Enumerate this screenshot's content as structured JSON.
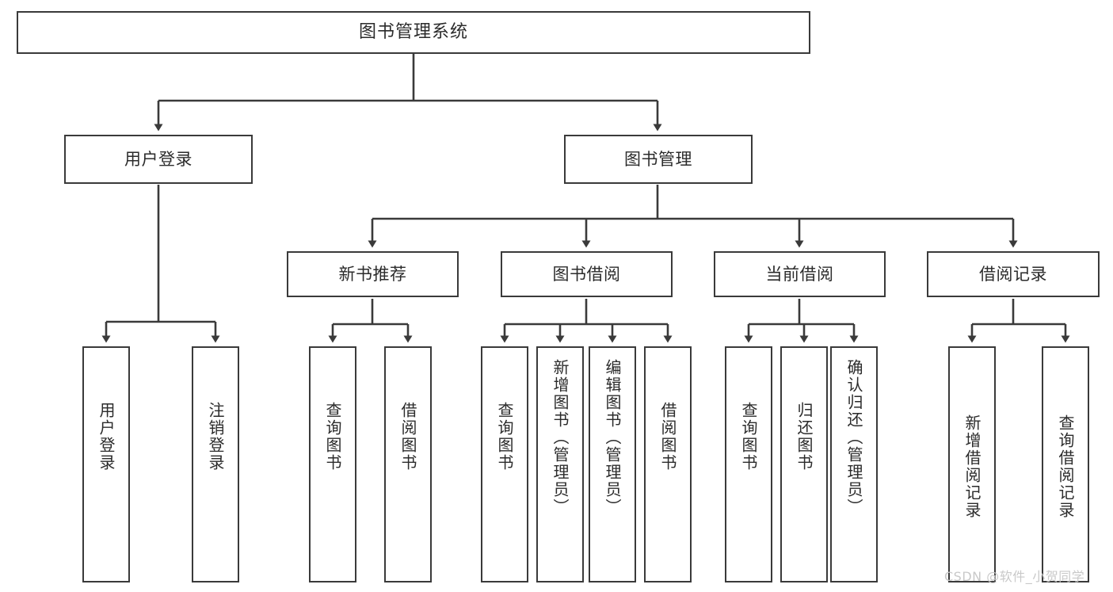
{
  "diagram": {
    "type": "tree",
    "title": "图书管理系统",
    "stroke_color": "#3a3a3a",
    "fill_color": "#ffffff",
    "text_color": "#2b2b2b",
    "levels": 4
  },
  "root": {
    "label": "图书管理系统"
  },
  "level2": [
    {
      "label": "用户登录"
    },
    {
      "label": "图书管理"
    }
  ],
  "level3": [
    {
      "label": "新书推荐"
    },
    {
      "label": "图书借阅"
    },
    {
      "label": "当前借阅"
    },
    {
      "label": "借阅记录"
    }
  ],
  "leaves": {
    "user_login": [
      {
        "label": "用户登录"
      },
      {
        "label": "注销登录"
      }
    ],
    "new_book_recommend": [
      {
        "label": "查询图书"
      },
      {
        "label": "借阅图书"
      }
    ],
    "book_borrow": [
      {
        "label": "查询图书"
      },
      {
        "label": "新增图书（管理员）"
      },
      {
        "label": "编辑图书（管理员）"
      },
      {
        "label": "借阅图书"
      }
    ],
    "current_borrow": [
      {
        "label": "查询图书"
      },
      {
        "label": "归还图书"
      },
      {
        "label": "确认归还（管理员）"
      }
    ],
    "borrow_record": [
      {
        "label": "新增借阅记录"
      },
      {
        "label": "查询借阅记录"
      }
    ]
  },
  "watermark": {
    "text": "CSDN @软件_小贺同学",
    "color": "#c9c9c9"
  }
}
